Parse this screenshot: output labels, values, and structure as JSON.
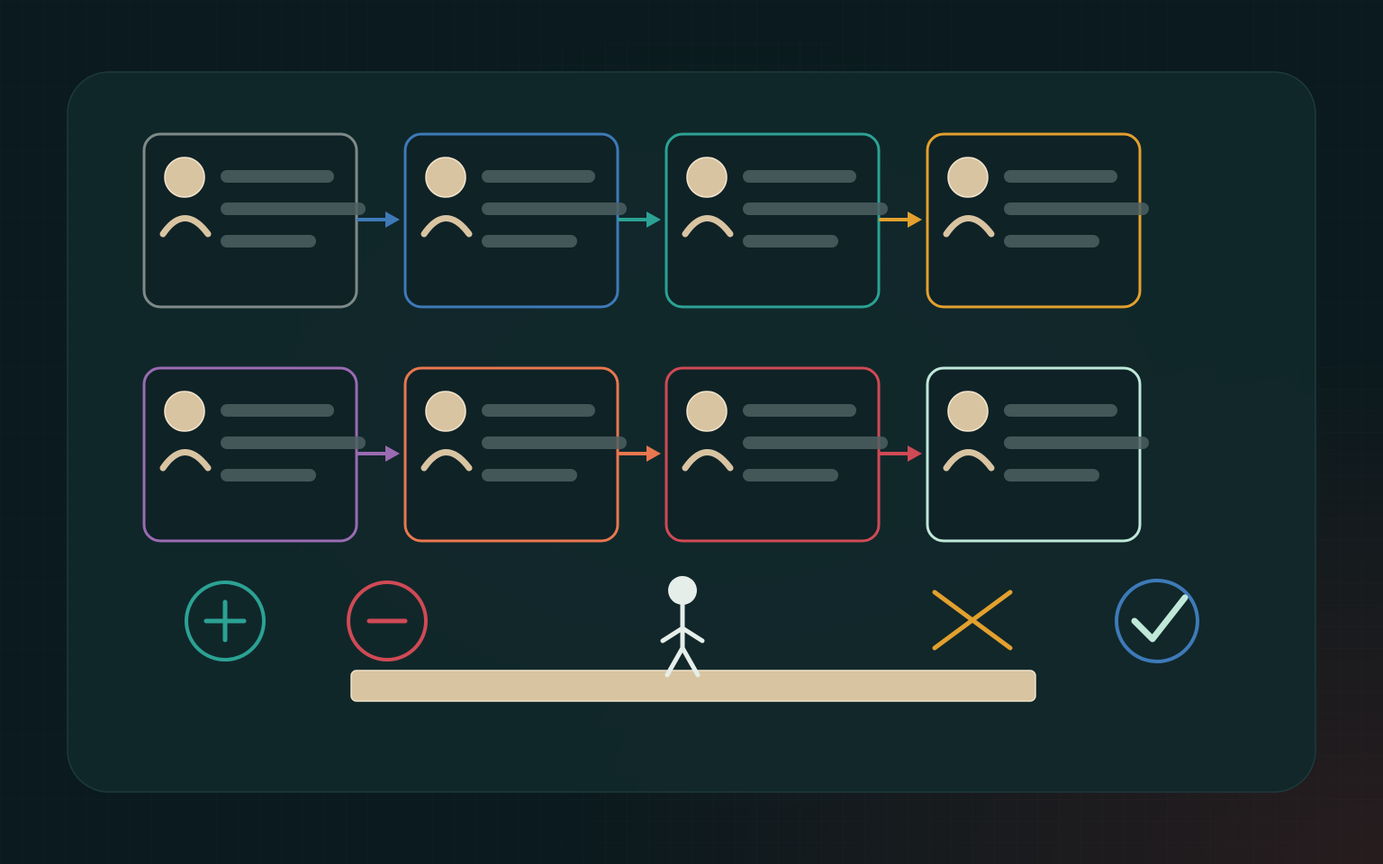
{
  "colors": {
    "background": "#0a1a1e",
    "panel": "#11282b",
    "card_fill": "#0f2226",
    "skin": "#d9c4a2",
    "text_line": "#4c5f62",
    "figure": "#e6eeea"
  },
  "cards": [
    {
      "row": 1,
      "col": 1,
      "border": "#7e8a89",
      "icon": "person-icon"
    },
    {
      "row": 1,
      "col": 2,
      "border": "#3e7ab8",
      "icon": "person-icon"
    },
    {
      "row": 1,
      "col": 3,
      "border": "#2ba294",
      "icon": "person-icon"
    },
    {
      "row": 1,
      "col": 4,
      "border": "#e3a02e",
      "icon": "person-icon"
    },
    {
      "row": 2,
      "col": 1,
      "border": "#9a6bb3",
      "icon": "person-icon"
    },
    {
      "row": 2,
      "col": 2,
      "border": "#e9774f",
      "icon": "person-icon"
    },
    {
      "row": 2,
      "col": 3,
      "border": "#cf4a55",
      "icon": "person-icon"
    },
    {
      "row": 2,
      "col": 4,
      "border": "#bfe8d8",
      "icon": "person-icon"
    }
  ],
  "arrows": [
    {
      "row": 1,
      "after_col": 1,
      "color": "#3e7ab8"
    },
    {
      "row": 1,
      "after_col": 2,
      "color": "#2ba294"
    },
    {
      "row": 1,
      "after_col": 3,
      "color": "#e3a02e"
    },
    {
      "row": 2,
      "after_col": 1,
      "color": "#9a6bb3"
    },
    {
      "row": 2,
      "after_col": 2,
      "color": "#e9774f"
    },
    {
      "row": 2,
      "after_col": 3,
      "color": "#cf4a55"
    }
  ],
  "controls": [
    {
      "icon": "plus-circle-icon",
      "color": "#2ba294"
    },
    {
      "icon": "minus-circle-icon",
      "color": "#cf4a55"
    },
    {
      "icon": "stick-figure-icon",
      "color": "#e6eeea"
    },
    {
      "icon": "cross-icon",
      "color": "#e3a02e"
    },
    {
      "icon": "check-circle-icon",
      "color": "#3e7ab8",
      "check_color": "#bfe8d8"
    }
  ],
  "track": {
    "color": "#d9c4a2",
    "position": 0.5
  }
}
